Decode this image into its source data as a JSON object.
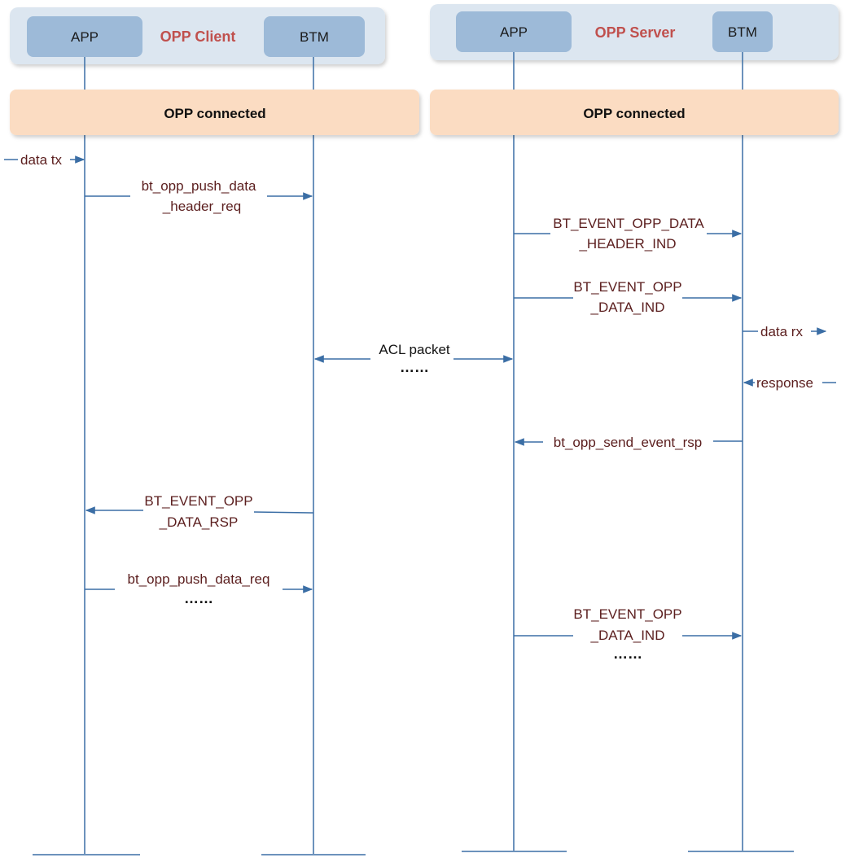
{
  "client": {
    "title": "OPP Client",
    "app_label": "APP",
    "btm_label": "BTM",
    "connected_label": "OPP connected"
  },
  "server": {
    "title": "OPP Server",
    "app_label": "APP",
    "btm_label": "BTM",
    "connected_label": "OPP connected"
  },
  "messages": {
    "data_tx": "data tx",
    "push_header_1": "bt_opp_push_data",
    "push_header_2": "_header_req",
    "header_ind_1": "BT_EVENT_OPP_DATA",
    "header_ind_2": "_HEADER_IND",
    "data_ind_1": "BT_EVENT_OPP",
    "data_ind_2": "_DATA_IND",
    "data_rx": "data rx",
    "acl_packet": "ACL packet",
    "acl_dots": "……",
    "response": "response",
    "send_event_rsp": "bt_opp_send_event_rsp",
    "data_rsp_1": "BT_EVENT_OPP",
    "data_rsp_2": "_DATA_RSP",
    "push_data_req": "bt_opp_push_data_req",
    "push_data_req_dots": "……",
    "data_ind2_1": "BT_EVENT_OPP",
    "data_ind2_2": "_DATA_IND",
    "data_ind2_dots": "……"
  },
  "colors": {
    "line": "#3b6ea5",
    "group_bg": "#dce6f0",
    "entity_box": "#9dbad8",
    "connected_bg": "#fbdcc2",
    "group_title": "#c0504d",
    "message_text": "#5b1e1e"
  }
}
